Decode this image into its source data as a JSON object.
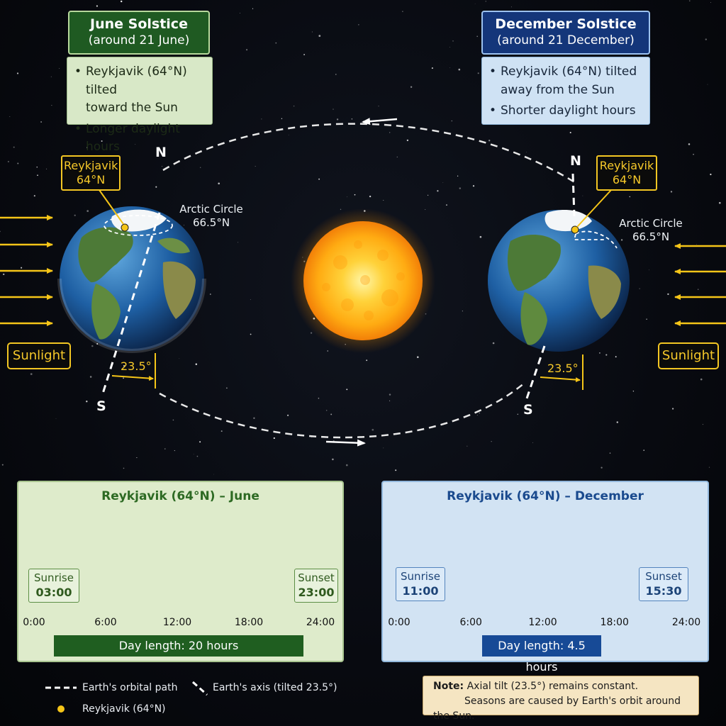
{
  "june": {
    "title": "June Solstice",
    "subtitle": "(around 21 June)",
    "points": [
      "Reykjavik (64°N) tilted",
      "toward the Sun",
      "Longer daylight hours"
    ],
    "city_label_line1": "Reykjavik",
    "city_label_line2": "64°N",
    "arctic_line1": "Arctic Circle",
    "arctic_line2": "66.5°N",
    "tilt": "23.5°",
    "north": "N",
    "south": "S",
    "sunlight": "Sunlight",
    "panel": {
      "title": "Reykjavik (64°N) – June",
      "sunrise_label": "Sunrise",
      "sunrise_time": "03:00",
      "sunset_label": "Sunset",
      "sunset_time": "23:00",
      "day_length": "Day length: 20 hours",
      "sunrise_hour": 3,
      "sunset_hour": 23
    }
  },
  "december": {
    "title": "December Solstice",
    "subtitle": "(around 21 December)",
    "points": [
      "Reykjavik (64°N) tilted",
      "away from the Sun",
      "Shorter daylight hours"
    ],
    "city_label_line1": "Reykjavik",
    "city_label_line2": "64°N",
    "arctic_line1": "Arctic Circle",
    "arctic_line2": "66.5°N",
    "tilt": "23.5°",
    "north": "N",
    "south": "S",
    "sunlight": "Sunlight",
    "panel": {
      "title": "Reykjavik (64°N) – December",
      "sunrise_label": "Sunrise",
      "sunrise_time": "11:00",
      "sunset_label": "Sunset",
      "sunset_time": "15:30",
      "day_length": "Day length: 4.5 hours",
      "sunrise_hour": 11,
      "sunset_hour": 15.5
    }
  },
  "timeline": {
    "ticks": [
      "0:00",
      "6:00",
      "12:00",
      "18:00",
      "24:00"
    ],
    "max_hour": 24
  },
  "legend": {
    "orbit": "Earth's orbital path",
    "axis": "Earth's axis (tilted 23.5°)",
    "city": "Reykjavik (64°N)"
  },
  "note": {
    "label": "Note:",
    "line1": "Axial tilt (23.5°) remains constant.",
    "line2": "Seasons are caused by Earth's orbit around the Sun."
  },
  "colors": {
    "sunlight": "#f5c518",
    "june_accent": "#1f5e20",
    "december_accent": "#174a96",
    "sun_core": "#ffb81e"
  }
}
